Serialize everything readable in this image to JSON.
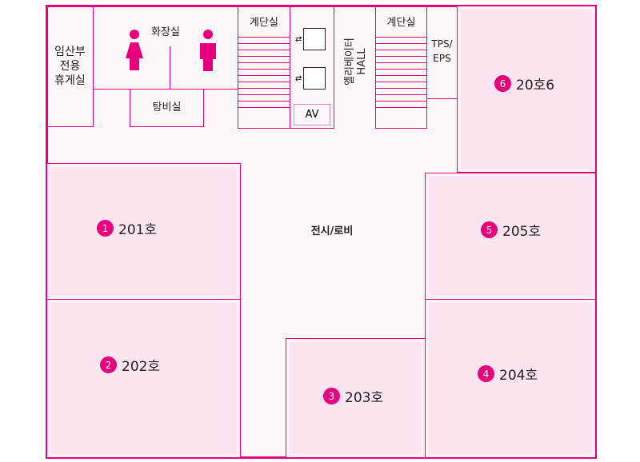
{
  "colors": {
    "accent": "#e6007e",
    "floor": "#fdf7fa",
    "room": "#fce4f0"
  },
  "facilities": {
    "nursing_room": "임산부\n전용\n휴게실",
    "restroom": "화장실",
    "pantry": "탕비실",
    "stairs_1": "계단실",
    "stairs_2": "계단실",
    "elevator_hall": "엘리베이터\nHALL",
    "av": "AV",
    "tps_eps": "TPS/\nEPS",
    "lobby": "전시/로비"
  },
  "icons": {
    "female": "female-restroom-icon",
    "male": "male-restroom-icon",
    "elevator": "elevator-icon"
  },
  "rooms": [
    {
      "num": "1",
      "label": "201호"
    },
    {
      "num": "2",
      "label": "202호"
    },
    {
      "num": "3",
      "label": "203호"
    },
    {
      "num": "4",
      "label": "204호"
    },
    {
      "num": "5",
      "label": "205호"
    },
    {
      "num": "6",
      "label": "20호6"
    }
  ]
}
